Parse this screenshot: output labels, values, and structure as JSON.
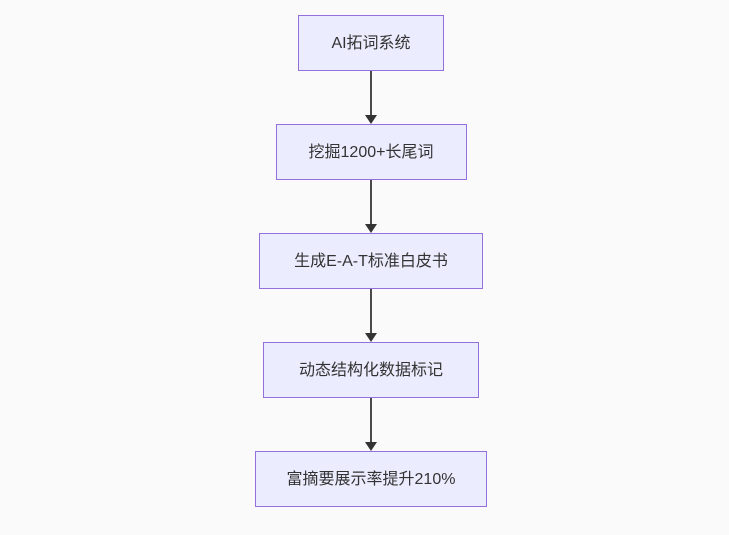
{
  "page": {
    "background_color": "#fafafa"
  },
  "flowchart": {
    "type": "flowchart-top-down",
    "node_fill_color": "#ECECFF",
    "node_border_color": "#9370DB",
    "node_text_color": "#333333",
    "arrow_color": "#333333",
    "nodes": [
      {
        "label": "AI拓词系统"
      },
      {
        "label": "挖掘1200+长尾词"
      },
      {
        "label": "生成E-A-T标准白皮书"
      },
      {
        "label": "动态结构化数据标记"
      },
      {
        "label": "富摘要展示率提升210%"
      }
    ]
  }
}
